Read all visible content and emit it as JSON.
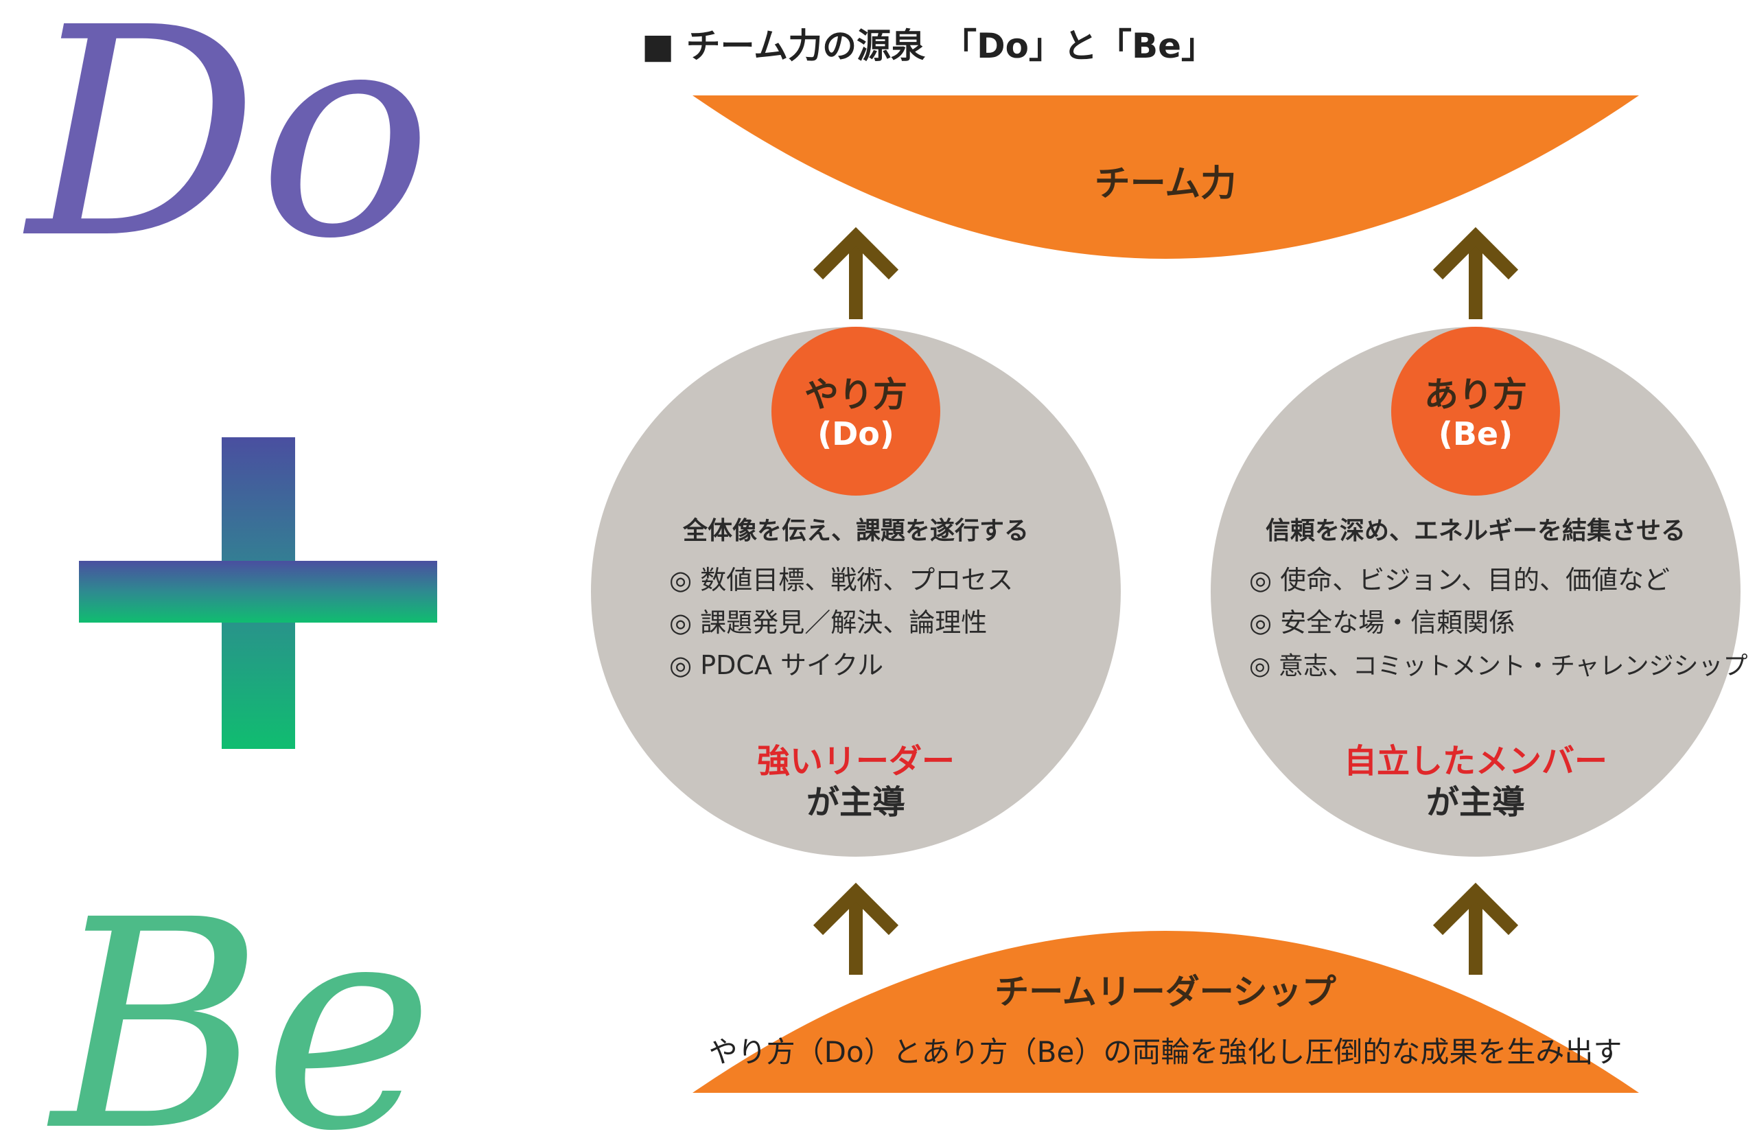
{
  "logo": {
    "do": "Do",
    "be": "Be"
  },
  "title": "■ チーム力の源泉　「Do」と「Be」",
  "top": {
    "label": "チーム力"
  },
  "left": {
    "badge_line1": "やり方",
    "badge_line2": "(Do)",
    "heading": "全体像を伝え、課題を遂行する",
    "items": [
      "◎ 数値目標、戦術、プロセス",
      "◎ 課題発見／解決、論理性",
      "◎ PDCA サイクル"
    ],
    "lead_red": "強いリーダー",
    "lead_rest": "が主導"
  },
  "right": {
    "badge_line1": "あり方",
    "badge_line2": "(Be)",
    "heading": "信頼を深め、エネルギーを結集させる",
    "items": [
      "◎ 使命、ビジョン、目的、価値など",
      "◎ 安全な場・信頼関係",
      "◎ 意志、コミットメント・チャレンジシップ"
    ],
    "lead_red": "自立したメンバー",
    "lead_rest": "が主導"
  },
  "bottom": {
    "label": "チームリーダーシップ",
    "sub": "やり方（Do）とあり方（Be）の両輪を強化し圧倒的な成果を生み出す"
  },
  "colors": {
    "orange": "#f37f24",
    "badge": "#f0622a",
    "gray": "#c9c5c0",
    "arrow": "#6b5011",
    "red": "#e0282a",
    "purple": "#6a5fb0",
    "green": "#4dbb88"
  }
}
